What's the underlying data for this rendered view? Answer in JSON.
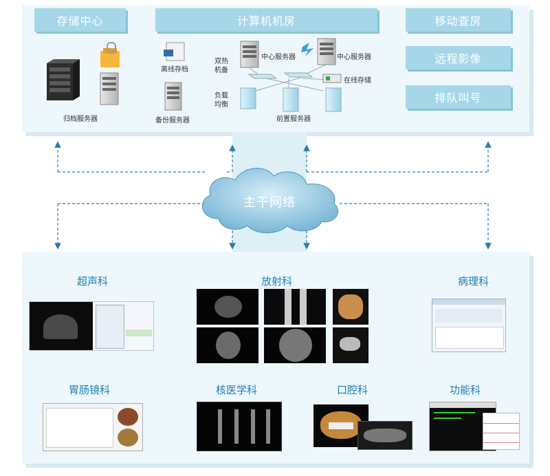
{
  "top": {
    "storage_center": "存储中心",
    "computer_room": "计算机机房",
    "mobile_rounds": "移动查房",
    "remote_imaging": "远程影像",
    "queue_calling": "排队叫号",
    "archive_server": "归档服务器",
    "offline_storage": "离线存档",
    "backup_server": "备份服务器",
    "dual_hot_1": "双热",
    "dual_hot_2": "机备",
    "load_balance_1": "负载",
    "load_balance_2": "均衡",
    "central_server_left": "中心服务器",
    "central_server_right": "中心服务器",
    "online_storage": "在线存储",
    "front_server": "前置服务器"
  },
  "network": {
    "backbone": "主干网络"
  },
  "departments": {
    "ultrasound": "超声科",
    "radiology": "放射科",
    "pathology": "病理科",
    "gastro": "胃肠镜科",
    "nuclear": "核医学科",
    "dental": "口腔科",
    "function": "功能科"
  },
  "colors": {
    "header": "#a6d7e8",
    "panel": "#eef7fb",
    "dept_text": "#1f7fb5",
    "cloud": "#6aaed0",
    "arrow": "#2b7ca8"
  },
  "icons": [
    "archive-server-icon",
    "folder-lock-icon",
    "server-icon",
    "offline-storage-icon",
    "backup-server-icon",
    "central-server-icon",
    "lightning-icon",
    "switch-icon",
    "online-storage-icon",
    "front-server-icon",
    "cloud-icon"
  ]
}
